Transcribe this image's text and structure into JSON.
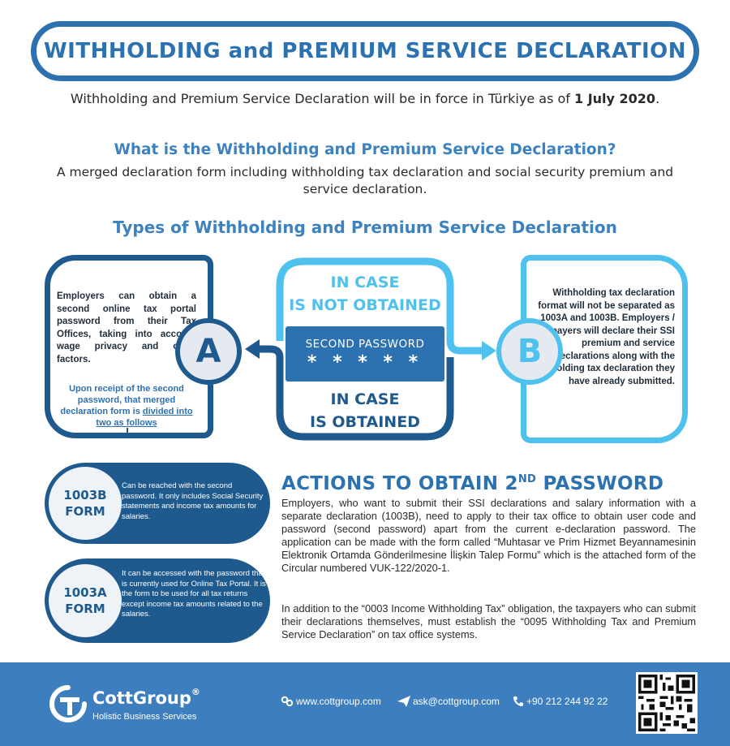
{
  "header": {
    "title": "WITHHOLDING and PREMIUM SERVICE DECLARATION",
    "subtitle_prefix": "Withholding and Premium Service Declaration will be in force in Türkiye as of ",
    "subtitle_date": "1 July 2020",
    "subtitle_suffix": "."
  },
  "what": {
    "title": "What is the Withholding and Premium Service Declaration?",
    "body": "A merged declaration form including withholding tax declaration and social security premium and service declaration."
  },
  "types": {
    "title": "Types of Withholding and Premium Service Declaration",
    "card_a": {
      "letter": "A",
      "text": "Employers can obtain a second online tax portal password from their Tax Offices, taking into account wage privacy and other factors.",
      "note_prefix": "Upon receipt of the second password, that merged declaration form is ",
      "note_link": "divided into two as follows"
    },
    "card_b": {
      "letter": "B",
      "text": "Withholding tax declaration format will not be separated as 1003A and 1003B. Employers / taxpayers will declare their SSI premium and service declarations along with the withholding tax declaration they have already submitted."
    },
    "center": {
      "not_obtained_line1": "IN CASE",
      "not_obtained_line2": "IS NOT OBTAINED",
      "password_label": "SECOND PASSWORD",
      "password_stars": "* * * * *",
      "obtained_line1": "IN CASE",
      "obtained_line2": "IS OBTAINED"
    }
  },
  "forms": {
    "b": {
      "code": "1003B",
      "word": "FORM",
      "text": "Can be reached with the second password. It only includes Social Security statements and income tax amounts for salaries."
    },
    "a": {
      "code": "1003A",
      "word": "FORM",
      "text": "It can be accessed with the password that is currently used for Online Tax Portal. It is the form to be used for all tax returns except income tax amounts related to the salaries."
    }
  },
  "actions": {
    "title_prefix": "ACTIONS TO OBTAIN 2",
    "title_sup": "ND",
    "title_suffix": " PASSWORD",
    "p1": "Employers, who want to submit their SSI declarations and salary information with a separate declaration (1003B), need to apply to their tax office to obtain user code and password (second password) apart from the current e-declaration password. The application can be made with the form called “Muhtasar ve Prim Hizmet Beyannamesinin Elektronik Ortamda Gönderilmesine İlişkin Talep Formu” which is the attached form of the Circular numbered VUK-122/2020-1.",
    "p2": "In addition to the “0003 Income Withholding Tax” obligation, the taxpayers who can submit their declarations themselves, must establish the “0095 Withholding Tax and Premium Service Declaration” on tax office systems."
  },
  "footer": {
    "brand": "CottGroup",
    "brand_mark": "®",
    "tagline": "Holistic Business Services",
    "website": "www.cottgroup.com",
    "email": "ask@cottgroup.com",
    "phone": "+90 212 244 92 22",
    "colors": {
      "footer_bg": "#3d7ebe",
      "dark_blue": "#1e5a8e",
      "light_blue": "#4fc1ee"
    }
  }
}
